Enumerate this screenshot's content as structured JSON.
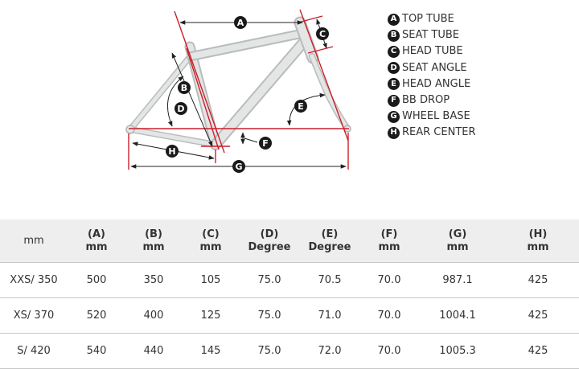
{
  "diagram": {
    "labels": {
      "A": "A",
      "B": "B",
      "C": "C",
      "D": "D",
      "E": "E",
      "F": "F",
      "G": "G",
      "H": "H"
    }
  },
  "legend": [
    {
      "letter": "A",
      "text": "TOP TUBE"
    },
    {
      "letter": "B",
      "text": "SEAT TUBE"
    },
    {
      "letter": "C",
      "text": "HEAD TUBE"
    },
    {
      "letter": "D",
      "text": "SEAT ANGLE"
    },
    {
      "letter": "E",
      "text": "HEAD ANGLE"
    },
    {
      "letter": "F",
      "text": "BB DROP"
    },
    {
      "letter": "G",
      "text": "WHEEL BASE"
    },
    {
      "letter": "H",
      "text": "REAR CENTER"
    }
  ],
  "table": {
    "headers": [
      {
        "l1": "mm",
        "l2": ""
      },
      {
        "l1": "(A)",
        "l2": "mm"
      },
      {
        "l1": "(B)",
        "l2": "mm"
      },
      {
        "l1": "(C)",
        "l2": "mm"
      },
      {
        "l1": "(D)",
        "l2": "Degree"
      },
      {
        "l1": "(E)",
        "l2": "Degree"
      },
      {
        "l1": "(F)",
        "l2": "mm"
      },
      {
        "l1": "(G)",
        "l2": "mm"
      },
      {
        "l1": "(H)",
        "l2": "mm"
      }
    ],
    "rows": [
      [
        "XXS/ 350",
        "500",
        "350",
        "105",
        "75.0",
        "70.5",
        "70.0",
        "987.1",
        "425"
      ],
      [
        "XS/ 370",
        "520",
        "400",
        "125",
        "75.0",
        "71.0",
        "70.0",
        "1004.1",
        "425"
      ],
      [
        "S/ 420",
        "540",
        "440",
        "145",
        "75.0",
        "72.0",
        "70.0",
        "1005.3",
        "425"
      ]
    ]
  }
}
